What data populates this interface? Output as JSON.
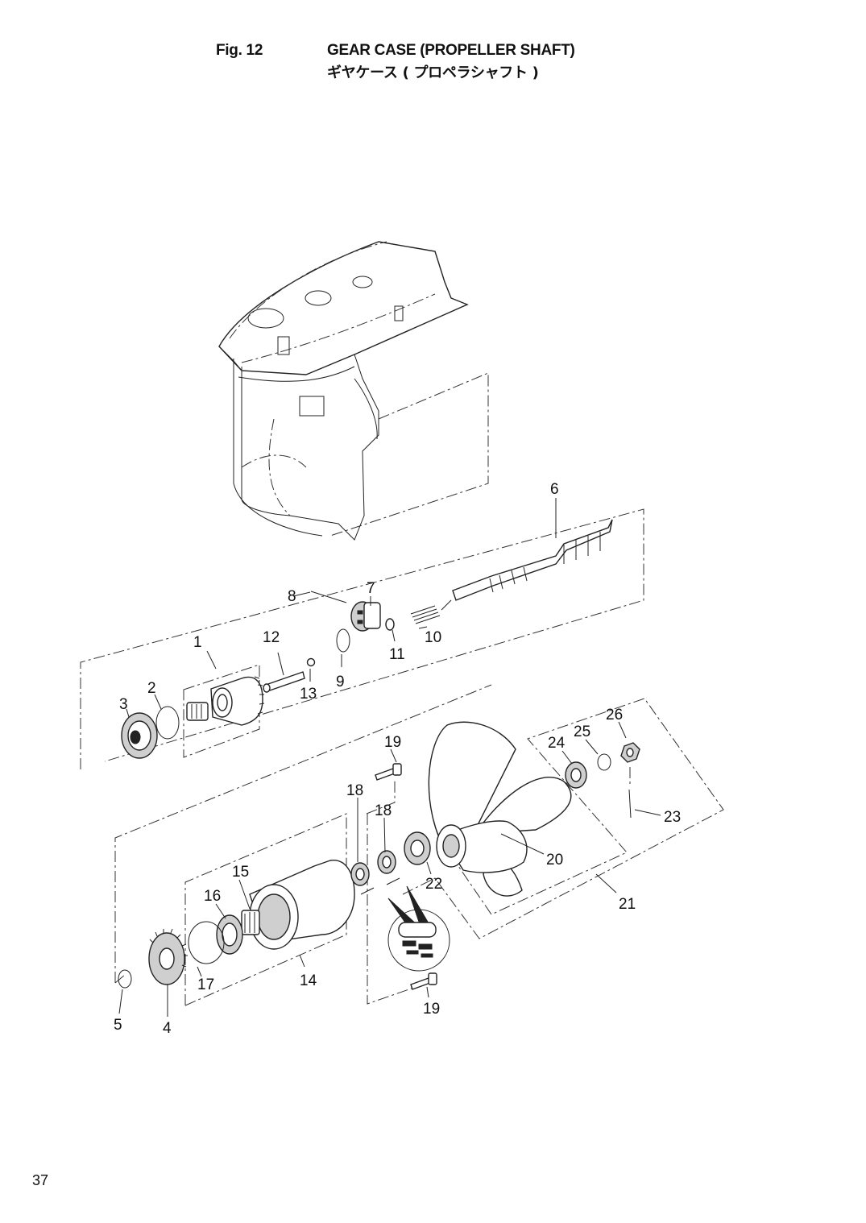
{
  "header": {
    "fig_no": "Fig. 12",
    "title_en": "GEAR CASE (PROPELLER SHAFT)",
    "title_jp": "ギヤケース ( プロペラシャフト )"
  },
  "page_number": "37",
  "callouts": {
    "c1": "1",
    "c2": "2",
    "c3": "3",
    "c4": "4",
    "c5": "5",
    "c6": "6",
    "c7": "7",
    "c8": "8",
    "c9": "9",
    "c10": "10",
    "c11": "11",
    "c12": "12",
    "c13": "13",
    "c14": "14",
    "c15": "15",
    "c16": "16",
    "c17": "17",
    "c18a": "18",
    "c18b": "18",
    "c19a": "19",
    "c19b": "19",
    "c20": "20",
    "c21": "21",
    "c22": "22",
    "c23": "23",
    "c24": "24",
    "c25": "25",
    "c26": "26"
  }
}
